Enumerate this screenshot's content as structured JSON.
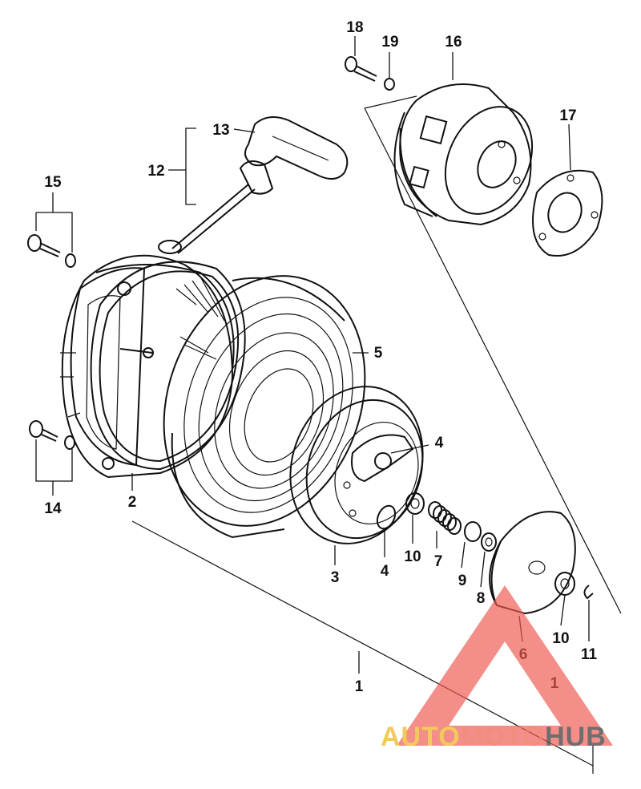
{
  "diagram": {
    "callouts": {
      "c1": "1",
      "c1b": "1",
      "c2": "2",
      "c3": "3",
      "c4a": "4",
      "c4b": "4",
      "c5": "5",
      "c6": "6",
      "c7": "7",
      "c8": "8",
      "c9": "9",
      "c10a": "10",
      "c10b": "10",
      "c11": "11",
      "c12": "12",
      "c13": "13",
      "c14": "14",
      "c15": "15",
      "c16": "16",
      "c17": "17",
      "c18": "18",
      "c19": "19"
    }
  },
  "watermark": {
    "part1": "AUTO",
    "part2": "MOTO",
    "part3": "HUB",
    "colors": {
      "auto": "#f0c040",
      "moto": "#f07a6a",
      "hub": "#555555",
      "triangle": "#ee5a50"
    }
  },
  "colors": {
    "line": "#111111",
    "background": "#ffffff"
  }
}
